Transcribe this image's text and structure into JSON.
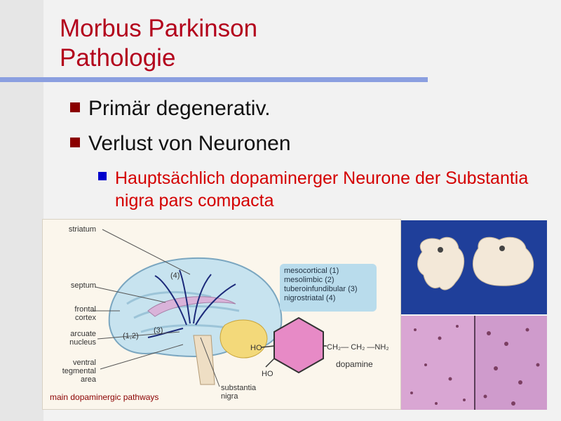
{
  "slide": {
    "title_line1": "Morbus Parkinson",
    "title_line2": "Pathologie",
    "bullets": [
      "Primär degenerativ.",
      "Verlust von Neuronen"
    ],
    "sub_bullet": "Hauptsächlich dopaminerger Neurone der Substantia nigra pars compacta"
  },
  "diagram": {
    "labels": {
      "striatum": "striatum",
      "septum": "septum",
      "frontal_cortex": "frontal cortex",
      "arcuate_nucleus": "arcuate nucleus",
      "ventral_tegmental_area": "ventral tegmental area",
      "substantia_nigra": "substantia nigra",
      "path4": "(4)",
      "path3": "(3)",
      "path12": "(1,2)"
    },
    "pathways": [
      "mesocortical (1)",
      "mesolimbic (2)",
      "tuberoinfundibular (3)",
      "nigrostriatal (4)"
    ],
    "molecule": {
      "ho_top": "HO",
      "ho_bottom": "HO",
      "chain": "CH₂— CH₂ —NH₂",
      "name": "dopamine"
    },
    "caption": "main dopaminergic pathways"
  },
  "colors": {
    "title": "#b3001b",
    "rule": "#8b9fe0",
    "sub_text": "#d40000",
    "bullet_square": "#8b0000",
    "sub_square": "#0000cc"
  }
}
